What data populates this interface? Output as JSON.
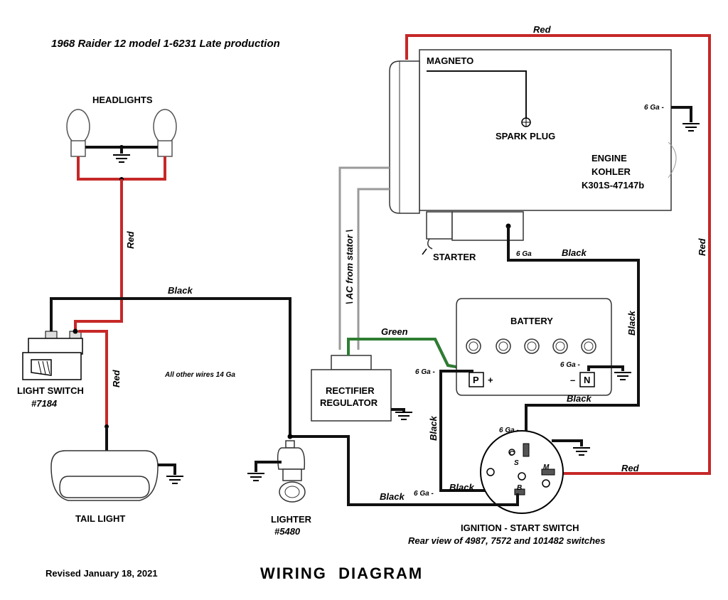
{
  "title": "1968 Raider 12 model 1-6231 Late production",
  "footer": {
    "revised": "Revised January 18, 2021",
    "heading": "WIRING  DIAGRAM"
  },
  "components": {
    "headlights": "HEADLIGHTS",
    "light_switch": "LIGHT SWITCH",
    "light_switch_part": "#7184",
    "tail_light": "TAIL LIGHT",
    "lighter": "LIGHTER",
    "lighter_part": "#5480",
    "rectifier_line1": "RECTIFIER",
    "rectifier_line2": "REGULATOR",
    "magneto": "MAGNETO",
    "spark_plug": "SPARK PLUG",
    "engine_line1": "ENGINE",
    "engine_line2": "KOHLER",
    "engine_line3": "K301S-47147b",
    "starter": "STARTER",
    "battery": "BATTERY",
    "battery_pos_terminal": "P",
    "battery_pos_sign": "+",
    "battery_neg_terminal": "N",
    "battery_neg_sign": "–",
    "ignition_line1": "IGNITION - START SWITCH",
    "ignition_line2": "Rear view of 4987, 7572 and 101482 switches",
    "switch_c": "C",
    "switch_s": "S",
    "switch_m": "M",
    "switch_b": "B"
  },
  "wire_labels": {
    "red_top": "Red",
    "red_right": "Red",
    "red_headlight": "Red",
    "red_tail": "Red",
    "red_switch_m": "Red",
    "black_top": "Black",
    "black_engine": "Black",
    "black_right": "Black",
    "black_battery": "Black",
    "black_switch_left": "Black",
    "black_switch_b": "Black",
    "black_lighter": "Black",
    "green": "Green",
    "ac_stator": "\\ AC from stator \\",
    "all_other": "All other wires 14 Ga"
  },
  "gauge_labels": {
    "engine_ground": "6 Ga -",
    "engine_starter": "6 Ga",
    "battery_pos": "6 Ga -",
    "battery_neg": "6 Ga -",
    "switch_s": "6 Ga -",
    "switch_b": "6 Ga -"
  },
  "colors": {
    "red_wire": "#c62828",
    "black_wire": "#111111",
    "green_wire": "#2e7d32",
    "gray_wire": "#9a9a9a"
  }
}
